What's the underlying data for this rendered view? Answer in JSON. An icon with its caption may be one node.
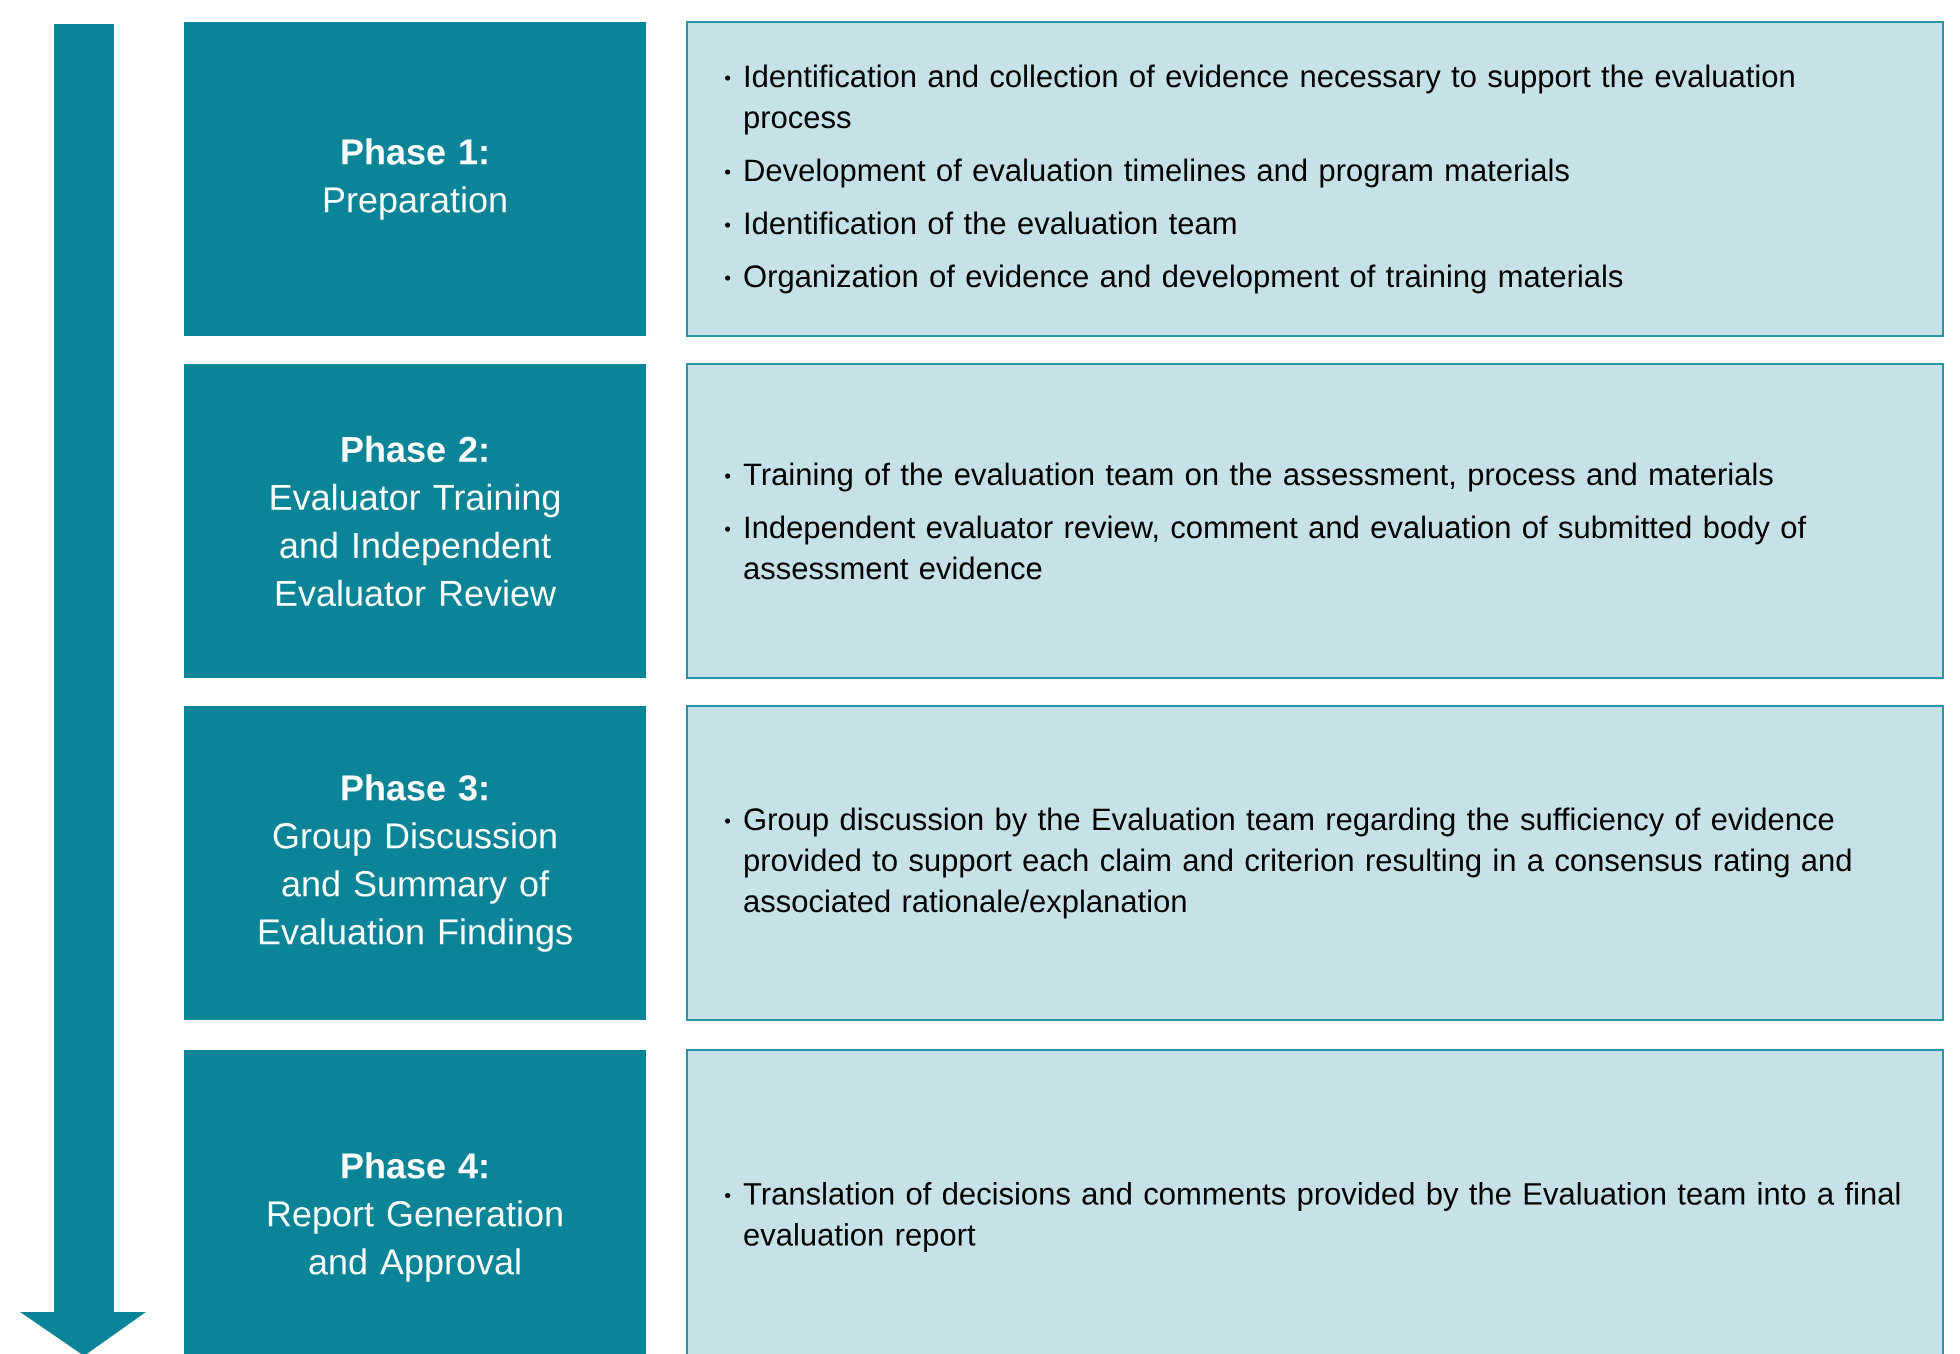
{
  "diagram": {
    "nodes": [
      {
        "text": [
          "Phase 1:",
          "Preparation"
        ]
      },
      {
        "text": [
          "Identification and collection of evidence necessary to support the evaluation process",
          "Development of evaluation timelines and program materials",
          "Identification of the evaluation team",
          "Organization of evidence and development of training materials"
        ]
      },
      {
        "text": [
          "Phase 2:",
          "Evaluator Training and Independent Evaluator Review"
        ]
      },
      {
        "text": [
          "Training of the evaluation team on the assessment, process and materials",
          "Independent evaluator review, comment and evaluation of submitted body of assessment evidence"
        ]
      },
      {
        "text": [
          "Phase 3:",
          "Group Discussion and Summary of Evaluation Findings"
        ]
      },
      {
        "text": [
          "Group discussion by the Evaluation team regarding the sufficiency of evidence provided to support each claim and criterion resulting in a consensus rating and associated rationale/explanation"
        ]
      },
      {
        "text": [
          "Phase 4:",
          "Report Generation and Approval"
        ]
      },
      {
        "text": [
          "Translation of decisions and comments provided by the Evaluation team into a final evaluation report"
        ]
      }
    ]
  }
}
